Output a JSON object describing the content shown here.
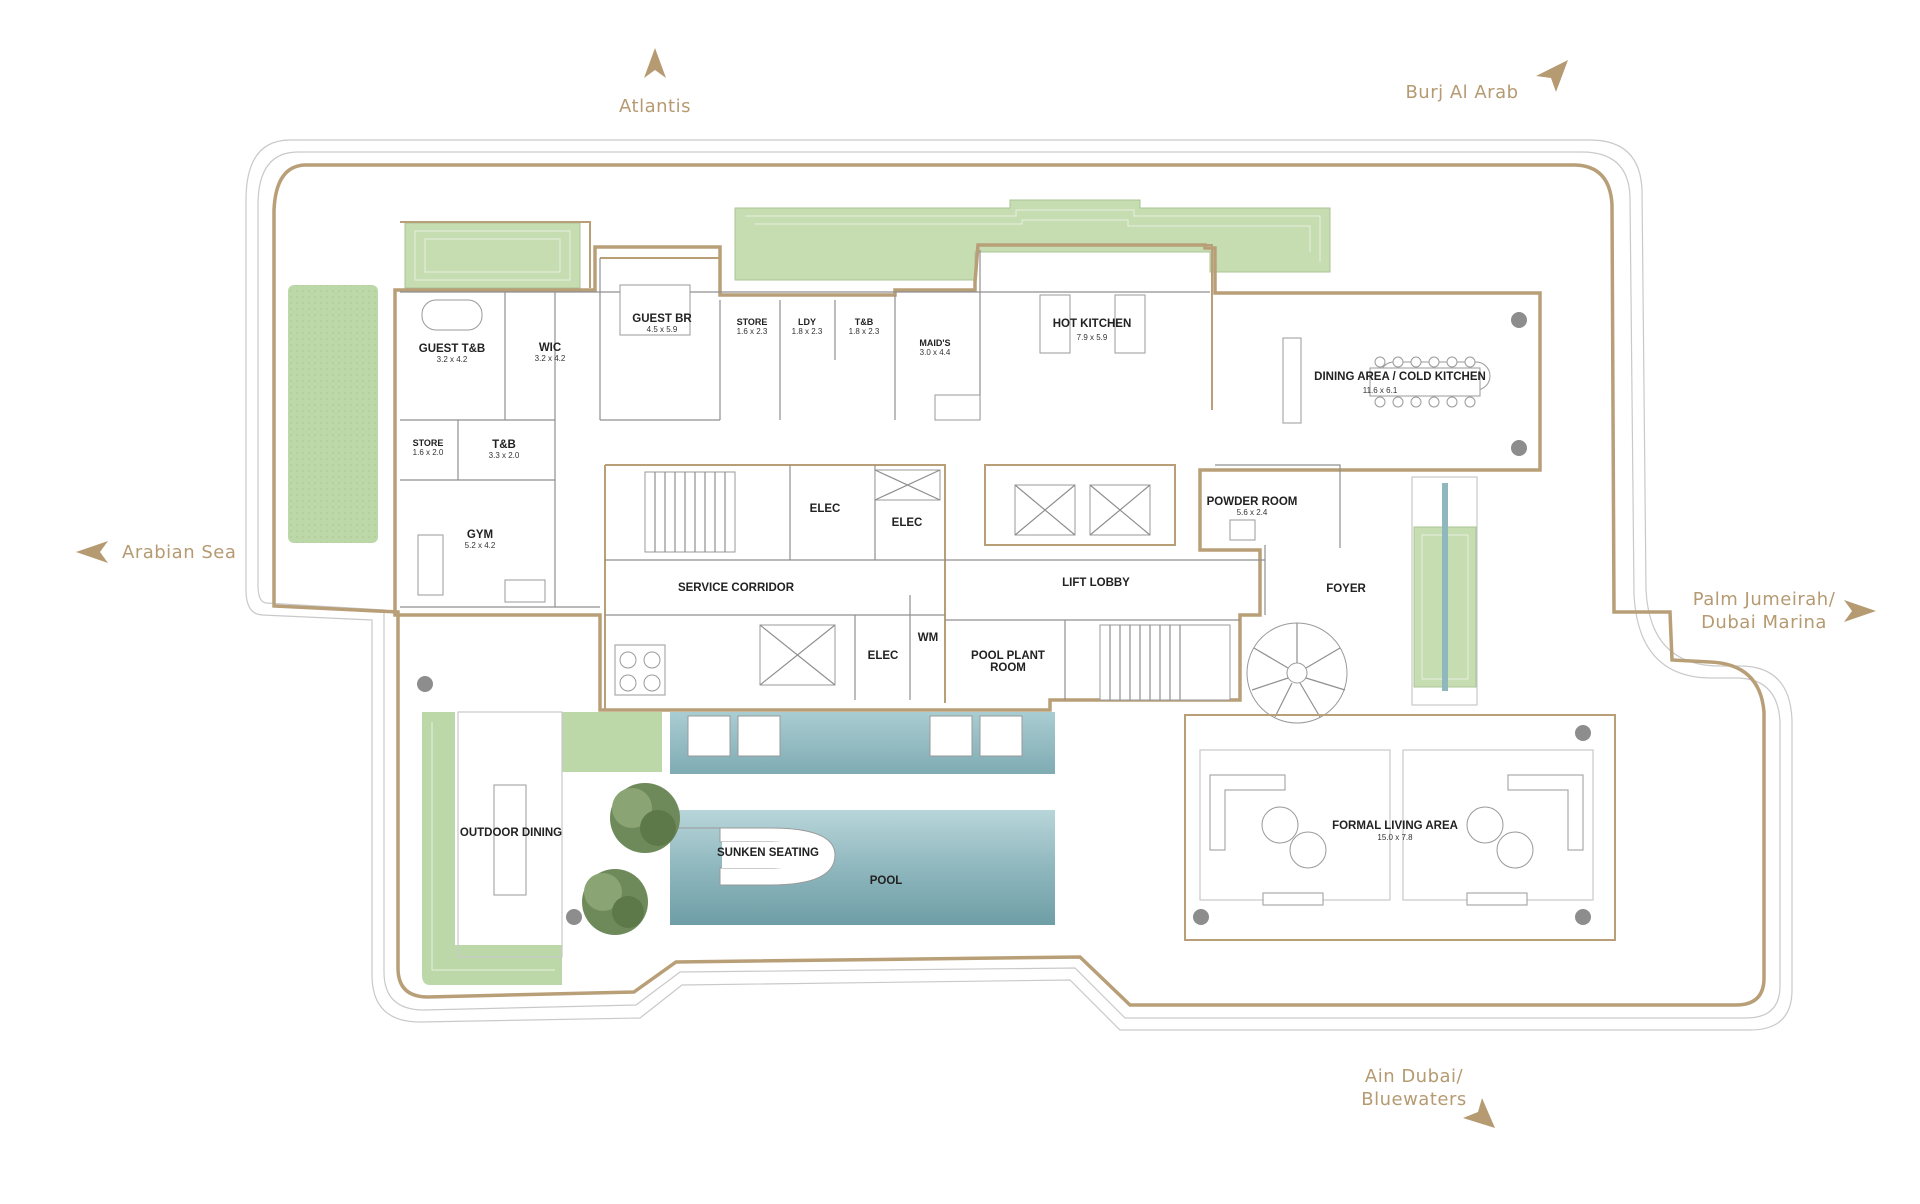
{
  "directions": {
    "north": "Atlantis",
    "northeast": "Burj Al Arab",
    "west": "Arabian Sea",
    "east_line1": "Palm Jumeirah/",
    "east_line2": "Dubai Marina",
    "southeast_line1": "Ain Dubai/",
    "southeast_line2": "Bluewaters"
  },
  "rooms": {
    "guest_tb": {
      "name": "GUEST T&B",
      "dims": "3.2 x 4.2"
    },
    "wic": {
      "name": "WIC",
      "dims": "3.2 x 4.2"
    },
    "guest_br": {
      "name": "GUEST BR",
      "dims": "4.5 x 5.9"
    },
    "store_top": {
      "name": "STORE",
      "dims": "1.6 x 2.3"
    },
    "ldy": {
      "name": "LDY",
      "dims": "1.8 x 2.3"
    },
    "tb_top": {
      "name": "T&B",
      "dims": "1.8 x 2.3"
    },
    "maids": {
      "name": "MAID'S",
      "dims": "3.0 x 4.4"
    },
    "hot_kitchen": {
      "name": "HOT KITCHEN",
      "dims": "7.9 x 5.9"
    },
    "dining": {
      "name": "DINING AREA / COLD KITCHEN",
      "dims": "11.6 x 6.1"
    },
    "store_left": {
      "name": "STORE",
      "dims": "1.6 x 2.0"
    },
    "tb_left": {
      "name": "T&B",
      "dims": "3.3 x 2.0"
    },
    "gym": {
      "name": "GYM",
      "dims": "5.2 x 4.2"
    },
    "elec1": {
      "name": "ELEC"
    },
    "elec2": {
      "name": "ELEC"
    },
    "elec3": {
      "name": "ELEC"
    },
    "wm": {
      "name": "WM"
    },
    "service_corridor": {
      "name": "SERVICE CORRIDOR"
    },
    "lift_lobby": {
      "name": "LIFT LOBBY"
    },
    "powder_room": {
      "name": "POWDER ROOM",
      "dims": "5.6 x 2.4"
    },
    "foyer": {
      "name": "FOYER"
    },
    "pool_plant_l1": "POOL PLANT",
    "pool_plant_l2": "ROOM",
    "outdoor_dining": {
      "name": "OUTDOOR DINING"
    },
    "sunken_seating": {
      "name": "SUNKEN SEATING"
    },
    "pool": {
      "name": "POOL"
    },
    "formal_living": {
      "name": "FORMAL LIVING AREA",
      "dims": "15.0 x 7.8"
    }
  },
  "colors": {
    "wall": "#b89f78",
    "direction_text": "#b59a72",
    "planter": "#c6dcb1",
    "pool": "#9fc3c9"
  }
}
